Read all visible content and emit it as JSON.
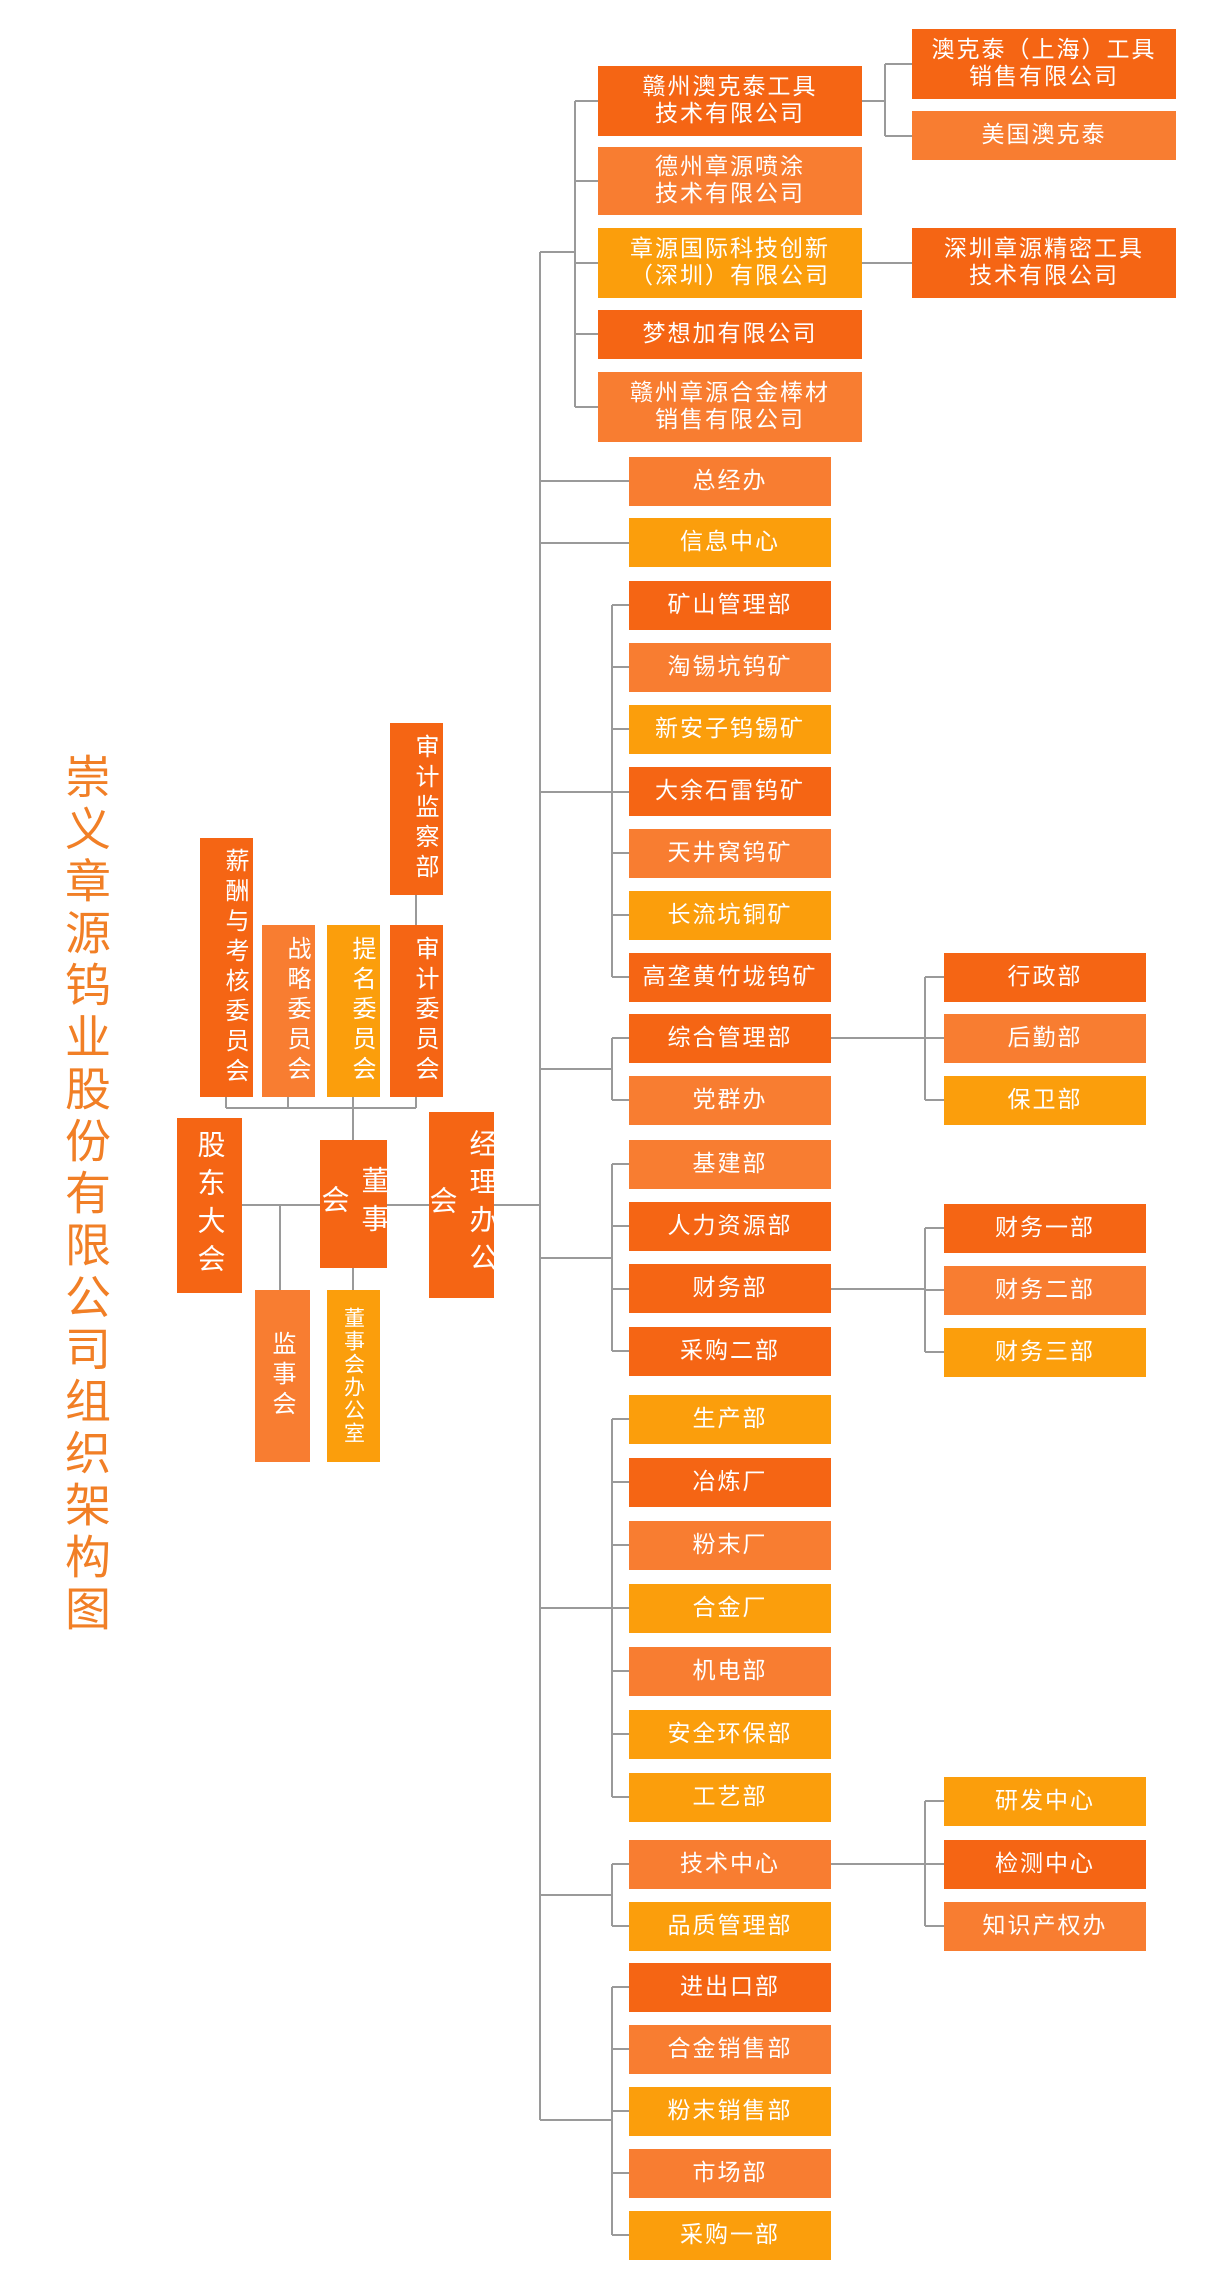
{
  "title": "崇义章源钨业股份有限公司组织架构图",
  "colors": {
    "dark": "#f56514",
    "medium": "#f87d31",
    "light": "#fb9e0c",
    "title": "#f17f26",
    "line": "#9a9a9a"
  },
  "left": {
    "shareholders": "股东大会",
    "supervisors": "监事会",
    "board": "董事会",
    "board_office": "董事会办公室",
    "gm_office": "经理办公会",
    "committees": {
      "salary": "薪酬与考核委员会",
      "strategy": "战略委员会",
      "nomination": "提名委员会",
      "audit": "审计委员会"
    },
    "audit_dept": "审计监察部"
  },
  "subsidiaries": [
    {
      "name": "赣州澳克泰工具\n技术有限公司",
      "children": [
        "澳克泰（上海）工具\n销售有限公司",
        "美国澳克泰"
      ]
    },
    {
      "name": "德州章源喷涂\n技术有限公司",
      "children": []
    },
    {
      "name": "章源国际科技创新\n（深圳）有限公司",
      "children": [
        "深圳章源精密工具\n技术有限公司"
      ]
    },
    {
      "name": "梦想加有限公司",
      "children": []
    },
    {
      "name": "赣州章源合金棒材\n销售有限公司",
      "children": []
    }
  ],
  "single_depts": [
    "总经办",
    "信息中心"
  ],
  "groups": [
    {
      "items": [
        "矿山管理部",
        "淘锡坑钨矿",
        "新安子钨锡矿",
        "大余石雷钨矿",
        "天井窝钨矿",
        "长流坑铜矿",
        "高垄黄竹垅钨矿"
      ]
    },
    {
      "items": [
        "综合管理部",
        "党群办"
      ],
      "sub": {
        "parent": "综合管理部",
        "items": [
          "行政部",
          "后勤部",
          "保卫部"
        ]
      }
    },
    {
      "items": [
        "基建部",
        "人力资源部",
        "财务部",
        "采购二部"
      ],
      "sub": {
        "parent": "财务部",
        "items": [
          "财务一部",
          "财务二部",
          "财务三部"
        ]
      }
    },
    {
      "items": [
        "生产部",
        "冶炼厂",
        "粉末厂",
        "合金厂",
        "机电部",
        "安全环保部",
        "工艺部"
      ]
    },
    {
      "items": [
        "技术中心",
        "品质管理部"
      ],
      "sub": {
        "parent": "技术中心",
        "items": [
          "研发中心",
          "检测中心",
          "知识产权办"
        ]
      }
    },
    {
      "items": [
        "进出口部",
        "合金销售部",
        "粉末销售部",
        "市场部",
        "采购一部"
      ]
    }
  ]
}
